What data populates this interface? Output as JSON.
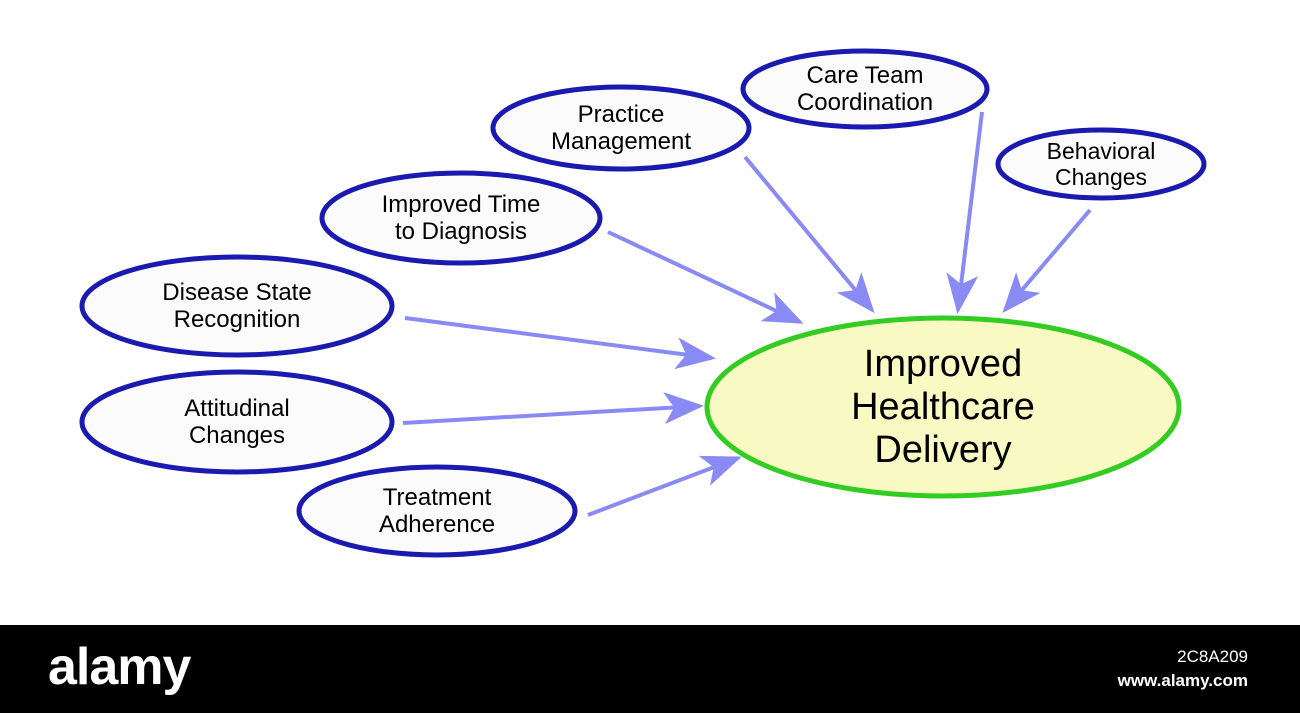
{
  "diagram": {
    "center": {
      "lines": [
        "Improved",
        "Healthcare",
        "Delivery"
      ]
    },
    "nodes": [
      {
        "id": "care-team-coordination",
        "lines": [
          "Care Team",
          "Coordination"
        ]
      },
      {
        "id": "practice-management",
        "lines": [
          "Practice",
          "Management"
        ]
      },
      {
        "id": "behavioral-changes",
        "lines": [
          "Behavioral",
          "Changes"
        ]
      },
      {
        "id": "improved-time-to-diagnosis",
        "lines": [
          "Improved Time",
          "to Diagnosis"
        ]
      },
      {
        "id": "disease-state-recognition",
        "lines": [
          "Disease State",
          "Recognition"
        ]
      },
      {
        "id": "attitudinal-changes",
        "lines": [
          "Attitudinal",
          "Changes"
        ]
      },
      {
        "id": "treatment-adherence",
        "lines": [
          "Treatment",
          "Adherence"
        ]
      }
    ],
    "colors": {
      "node_border": "#1a1ab0",
      "node_fill": "#fbfbfb",
      "center_border": "#33cc22",
      "center_fill": "#f9f9c4",
      "arrow": "#8a8af5"
    }
  },
  "footer": {
    "logo": "alamy",
    "image_id": "2C8A209",
    "site": "www.alamy.com"
  }
}
